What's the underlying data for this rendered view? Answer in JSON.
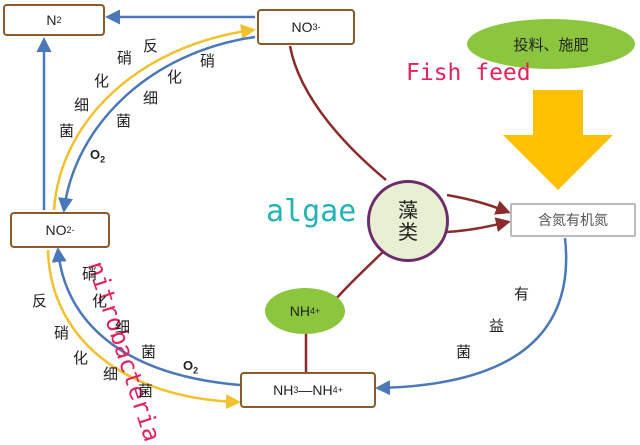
{
  "nodes": {
    "n2": {
      "main": "N",
      "sub": "2"
    },
    "no3": {
      "main": "NO",
      "sub": "3",
      "sup": "-"
    },
    "no2": {
      "main": "NO",
      "sub": "2",
      "sup": "-"
    },
    "organic_n": "含氮有机氮",
    "nh3_nh4": {
      "left": "NH",
      "left_sub": "3",
      "dash": "—NH",
      "right_sub": "4",
      "right_sup": "+"
    },
    "nh4": {
      "main": "NH",
      "sub": "4",
      "sup": "+"
    },
    "algae": [
      "藻",
      "类"
    ],
    "feed_bubble": "投料、施肥"
  },
  "labels": {
    "fish_feed": "Fish feed",
    "algae_en": "algae",
    "nitrobacteria": "nitrobacteria",
    "o2_top": {
      "main": "O",
      "sub": "2"
    },
    "o2_bottom": {
      "main": "O",
      "sub": "2"
    }
  },
  "arc_text": {
    "denitrify_top": [
      "反",
      "硝",
      "化",
      "细",
      "菌"
    ],
    "nitrify_top": [
      "硝",
      "化",
      "细",
      "菌"
    ],
    "denitrify_bottom": [
      "反",
      "硝",
      "化",
      "细",
      "菌"
    ],
    "nitrify_bottom": [
      "硝",
      "化",
      "细",
      "菌"
    ],
    "beneficial": [
      "有",
      "益",
      "菌"
    ]
  },
  "colors": {
    "box_border": "#8a5a2b",
    "blue_arrow": "#4a78b8",
    "yellow_arrow": "#f2c12e",
    "dark_red_line": "#8b2c2c",
    "bubble_green": "#8cc63f",
    "big_arrow": "#ffc000",
    "fish_feed_text": "#e0245e",
    "algae_text": "#25b3b3"
  }
}
